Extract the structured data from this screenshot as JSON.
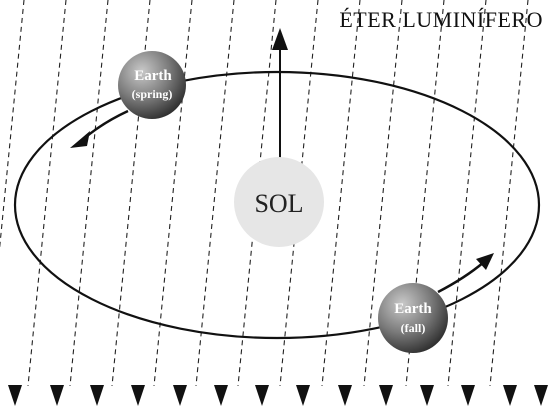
{
  "title": "ÉTER LUMINÍFERO",
  "sun": {
    "label": "SOL",
    "color": "#e6e6e6"
  },
  "earth_spring": {
    "name": "Earth",
    "season": "(spring)"
  },
  "earth_fall": {
    "name": "Earth",
    "season": "(fall)"
  },
  "colors": {
    "ink": "#111111",
    "earth_light": "#a8a8a8",
    "earth_dark": "#3a3a3a",
    "earth_text": "#ffffff"
  }
}
